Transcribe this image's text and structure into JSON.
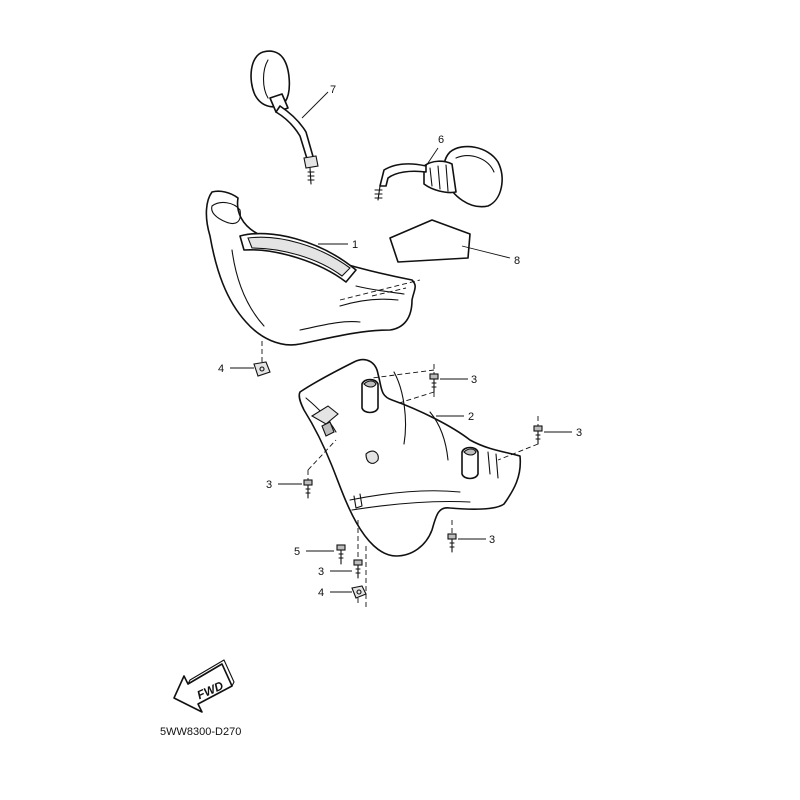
{
  "callouts": {
    "c1": "1",
    "c2": "2",
    "c3a": "3",
    "c3b": "3",
    "c3c": "3",
    "c3d": "3",
    "c3e": "3",
    "c4a": "4",
    "c4b": "4",
    "c5": "5",
    "c6": "6",
    "c7": "7",
    "c8": "8"
  },
  "fwd_label": "FWD",
  "diagram_code": "5WW8300-D270"
}
